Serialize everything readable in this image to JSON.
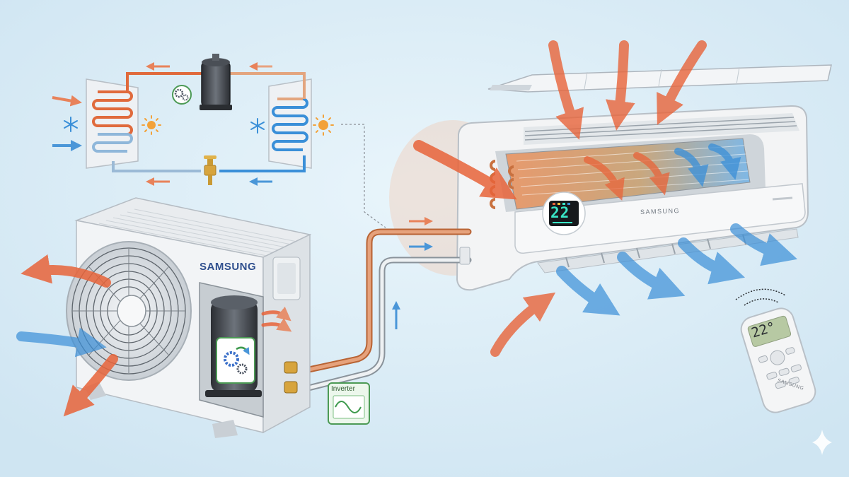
{
  "indoor_unit": {
    "brand": "SAMSUNG",
    "display_temp": "22"
  },
  "outdoor_unit": {
    "brand": "SAMSUNG"
  },
  "inverter_module": {
    "label": "Inverter"
  },
  "remote": {
    "display_temp": "22°",
    "brand": "SAMSUNG"
  },
  "colors": {
    "background": "#d9ecf6",
    "hot_flow": "#e8643a",
    "cold_flow": "#3a8fd8",
    "copper_pipe": "#d9825a",
    "unit_body": "#f3f4f5"
  },
  "icons": [
    "snowflake-icon",
    "sun-icon",
    "gear-icon",
    "compressor-icon",
    "expansion-valve-icon",
    "wireless-signal-icon",
    "sparkle-icon"
  ]
}
